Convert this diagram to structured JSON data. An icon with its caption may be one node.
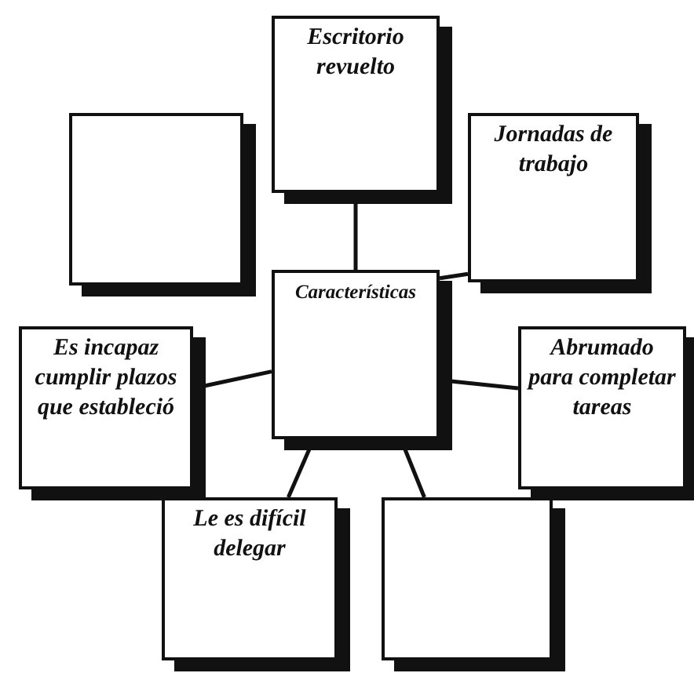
{
  "diagram": {
    "nodes": [
      {
        "text": [
          "Escritorio revuelto"
        ]
      },
      {
        "text": [],
        "shape": "box"
      },
      {
        "text": [
          "Jornadas de trabajo"
        ]
      },
      {
        "text": [
          "Características"
        ]
      },
      {
        "text": [
          "Es incapaz cumplir plazos que estableció"
        ]
      },
      {
        "text": [
          "Abrumado para completar tareas"
        ]
      },
      {
        "text": [
          "Le es difícil delegar"
        ]
      },
      {
        "text": [],
        "shape": "box"
      }
    ],
    "edges": [
      {
        "from": 3,
        "to": 0,
        "arrow": "none"
      },
      {
        "from": 3,
        "to": 2,
        "arrow": "none"
      },
      {
        "from": 3,
        "to": 4,
        "arrow": "none"
      },
      {
        "from": 3,
        "to": 5,
        "arrow": "none"
      },
      {
        "from": 3,
        "to": 6,
        "arrow": "none"
      },
      {
        "from": 3,
        "to": 7,
        "arrow": "none"
      }
    ]
  }
}
